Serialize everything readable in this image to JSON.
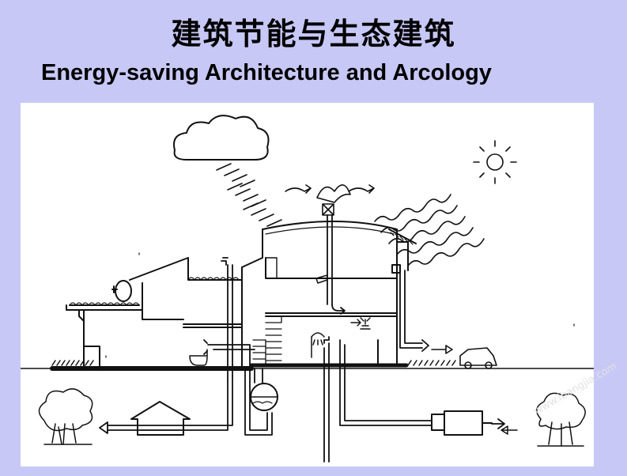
{
  "title_cn": "建筑节能与生态建筑",
  "title_en": "Energy-saving Architecture and Arcology",
  "watermark": "www.ibangjia.com",
  "colors": {
    "background": "#c8c8f6",
    "panel": "#ffffff",
    "ink": "#111111"
  },
  "icons": [
    "cloud-icon",
    "sun-icon",
    "rain-icon",
    "heat-wave-icon",
    "wind-arrow-icon",
    "tree-icon",
    "car-icon",
    "tank-icon",
    "shower-icon",
    "lamp-icon",
    "faucet-icon",
    "generator-icon"
  ]
}
